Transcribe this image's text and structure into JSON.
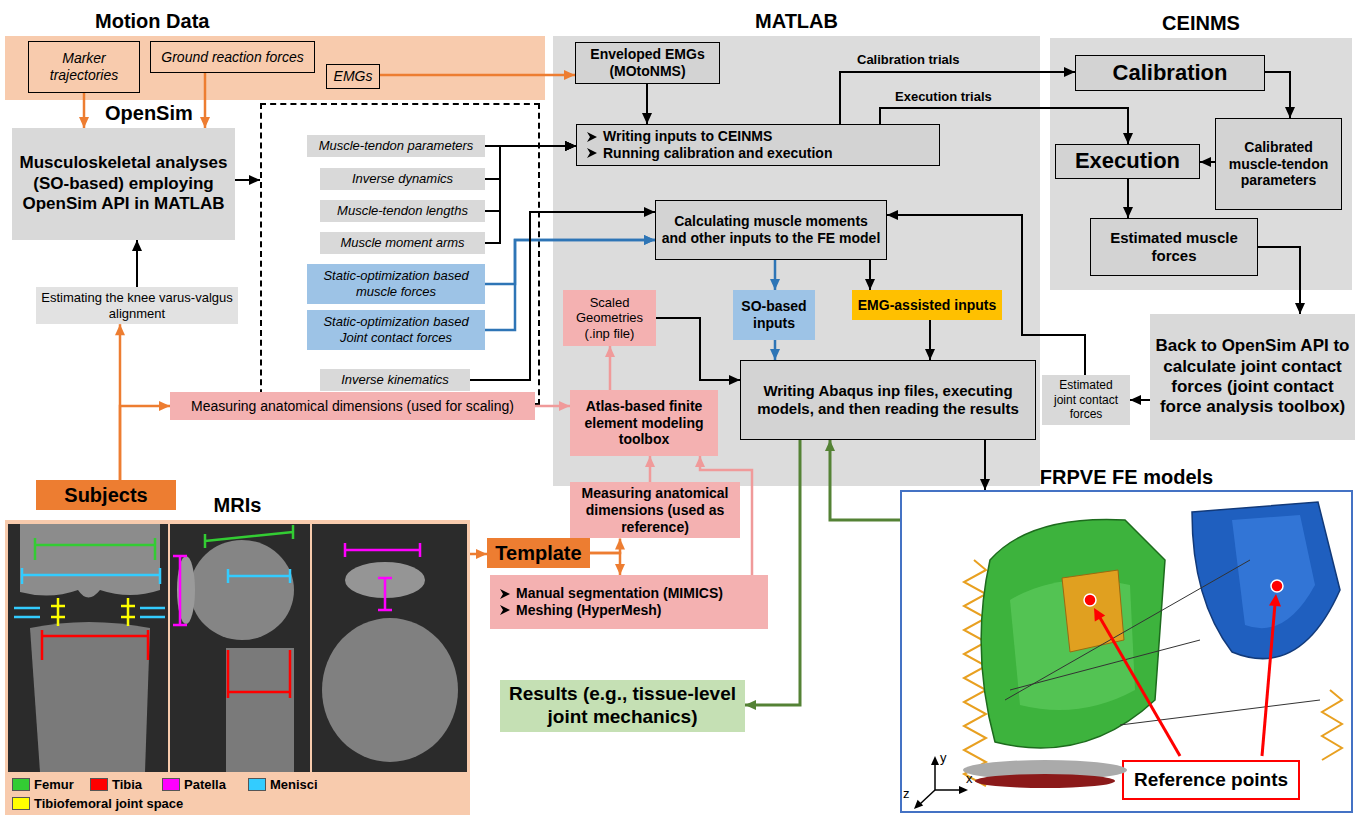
{
  "diagram": {
    "nodes": [
      {
        "text": [
          "Motion Data"
        ]
      },
      {
        "text": [
          "Marker trajectories"
        ],
        "in": 0
      },
      {
        "text": [
          "Ground reaction forces"
        ],
        "in": 0
      },
      {
        "text": [
          "EMGs"
        ],
        "in": 0
      },
      {
        "text": [
          "MATLAB"
        ]
      },
      {
        "text": [
          "Enveloped EMGs (MOtoNMS)"
        ],
        "in": 4
      },
      {
        "text": [
          "Writing inputs to CEINMS",
          "Running calibration and execution"
        ],
        "in": 4
      },
      {
        "text": [
          "Calculating muscle moments and other inputs to the FE model"
        ],
        "in": 4
      },
      {
        "text": [
          "Scaled Geometries (.inp file)"
        ],
        "in": 4
      },
      {
        "text": [
          "SO-based inputs"
        ],
        "in": 4
      },
      {
        "text": [
          "EMG-assisted inputs"
        ],
        "in": 4
      },
      {
        "text": [
          "Atlas-based finite element modeling toolbox"
        ],
        "in": 4
      },
      {
        "text": [
          "Writing Abaqus inp files, executing models, and then reading the results"
        ],
        "in": 4
      },
      {
        "text": [
          "CEINMS"
        ]
      },
      {
        "text": [
          "Calibration"
        ],
        "in": 13
      },
      {
        "text": [
          "Calibrated muscle-tendon parameters"
        ],
        "in": 13
      },
      {
        "text": [
          "Execution"
        ],
        "in": 13
      },
      {
        "text": [
          "Estimated muscle forces"
        ],
        "in": 13
      },
      {
        "text": [
          "OpenSim",
          "Musculoskeletal analyses (SO-based) employing OpenSim API in MATLAB"
        ]
      },
      {
        "text": []
      },
      {
        "text": [
          "Muscle-tendon parameters"
        ],
        "in": 19
      },
      {
        "text": [
          "Inverse dynamics"
        ],
        "in": 19
      },
      {
        "text": [
          "Muscle-tendon lengths"
        ],
        "in": 19
      },
      {
        "text": [
          "Muscle moment arms"
        ],
        "in": 19
      },
      {
        "text": [
          "Static-optimization based muscle forces"
        ],
        "in": 19
      },
      {
        "text": [
          "Static-optimization based Joint contact forces"
        ],
        "in": 19
      },
      {
        "text": [
          "Inverse kinematics"
        ],
        "in": 19
      },
      {
        "text": [
          "Estimating the knee varus-valgus alignment"
        ]
      },
      {
        "text": [
          "Measuring anatomical dimensions (used for scaling)"
        ]
      },
      {
        "text": [
          "Subjects"
        ]
      },
      {
        "text": [
          "MRIs"
        ]
      },
      {
        "text": [
          "Template"
        ]
      },
      {
        "text": [
          "Measuring anatomical dimensions (used as reference)"
        ]
      },
      {
        "text": [
          "Manual segmentation (MIMICS)",
          "Meshing (HyperMesh)"
        ]
      },
      {
        "text": [
          "Back to OpenSim API to calculate joint contact forces (joint contact force analysis toolbox)"
        ]
      },
      {
        "text": [
          "Estimated joint contact forces"
        ]
      },
      {
        "text": [
          "Results (e.g., tissue-level joint mechanics)"
        ]
      },
      {
        "text": [
          "FRPVE FE models"
        ]
      },
      {
        "text": [
          "Reference points"
        ],
        "in": 37
      }
    ],
    "edges": [
      {
        "from": 1,
        "to": 18,
        "arrow": "to"
      },
      {
        "from": 2,
        "to": 18,
        "arrow": "to"
      },
      {
        "from": 3,
        "to": 5,
        "arrow": "to"
      },
      {
        "from": 18,
        "to": 19,
        "arrow": "to"
      },
      {
        "from": 27,
        "to": 18,
        "arrow": "to"
      },
      {
        "from": 29,
        "to": 27,
        "arrow": "to"
      },
      {
        "from": 29,
        "to": 28,
        "arrow": "to"
      },
      {
        "from": 30,
        "to": 31,
        "arrow": "to"
      },
      {
        "from": 31,
        "to": 32,
        "arrow": "to"
      },
      {
        "from": 31,
        "to": 33,
        "arrow": "to"
      },
      {
        "from": 28,
        "to": 11,
        "arrow": "to"
      },
      {
        "from": 32,
        "to": 11,
        "arrow": "to"
      },
      {
        "from": 33,
        "to": 11,
        "arrow": "to"
      },
      {
        "from": 11,
        "to": 8,
        "arrow": "to"
      },
      {
        "from": 8,
        "to": 12,
        "arrow": "to"
      },
      {
        "from": 5,
        "to": 6,
        "arrow": "to"
      },
      {
        "from": 20,
        "to": 6,
        "arrow": "to"
      },
      {
        "from": 21,
        "to": 6,
        "arrow": "to"
      },
      {
        "from": 22,
        "to": 6,
        "arrow": "to"
      },
      {
        "from": 23,
        "to": 6,
        "arrow": "to"
      },
      {
        "from": 6,
        "to": 14,
        "arrow": "to",
        "label": "Calibration trials"
      },
      {
        "from": 6,
        "to": 16,
        "arrow": "to",
        "label": "Execution trials"
      },
      {
        "from": 14,
        "to": 15,
        "arrow": "to"
      },
      {
        "from": 15,
        "to": 16,
        "arrow": "to"
      },
      {
        "from": 16,
        "to": 17,
        "arrow": "to"
      },
      {
        "from": 17,
        "to": 34,
        "arrow": "to"
      },
      {
        "from": 34,
        "to": 35,
        "arrow": "to"
      },
      {
        "from": 35,
        "to": 7,
        "arrow": "to"
      },
      {
        "from": 24,
        "to": 7,
        "arrow": "to"
      },
      {
        "from": 25,
        "to": 7,
        "arrow": "to"
      },
      {
        "from": 26,
        "to": 7,
        "arrow": "to"
      },
      {
        "from": 7,
        "to": 9,
        "arrow": "to"
      },
      {
        "from": 7,
        "to": 10,
        "arrow": "to"
      },
      {
        "from": 9,
        "to": 12,
        "arrow": "to"
      },
      {
        "from": 10,
        "to": 12,
        "arrow": "to"
      },
      {
        "from": 12,
        "to": 37,
        "arrow": "to"
      },
      {
        "from": 37,
        "to": 12,
        "arrow": "to"
      },
      {
        "from": 12,
        "to": 36,
        "arrow": "to"
      }
    ],
    "labels": [
      "y",
      "z",
      "x"
    ],
    "legend": [
      {
        "text": "Femur",
        "color": "#33CC33"
      },
      {
        "text": "Tibia",
        "color": "#FF0000"
      },
      {
        "text": "Patella",
        "color": "#FF00FF"
      },
      {
        "text": "Menisci",
        "color": "#33CCFF"
      },
      {
        "text": "Tibiofemoral joint space",
        "color": "#FFFF00"
      }
    ]
  }
}
